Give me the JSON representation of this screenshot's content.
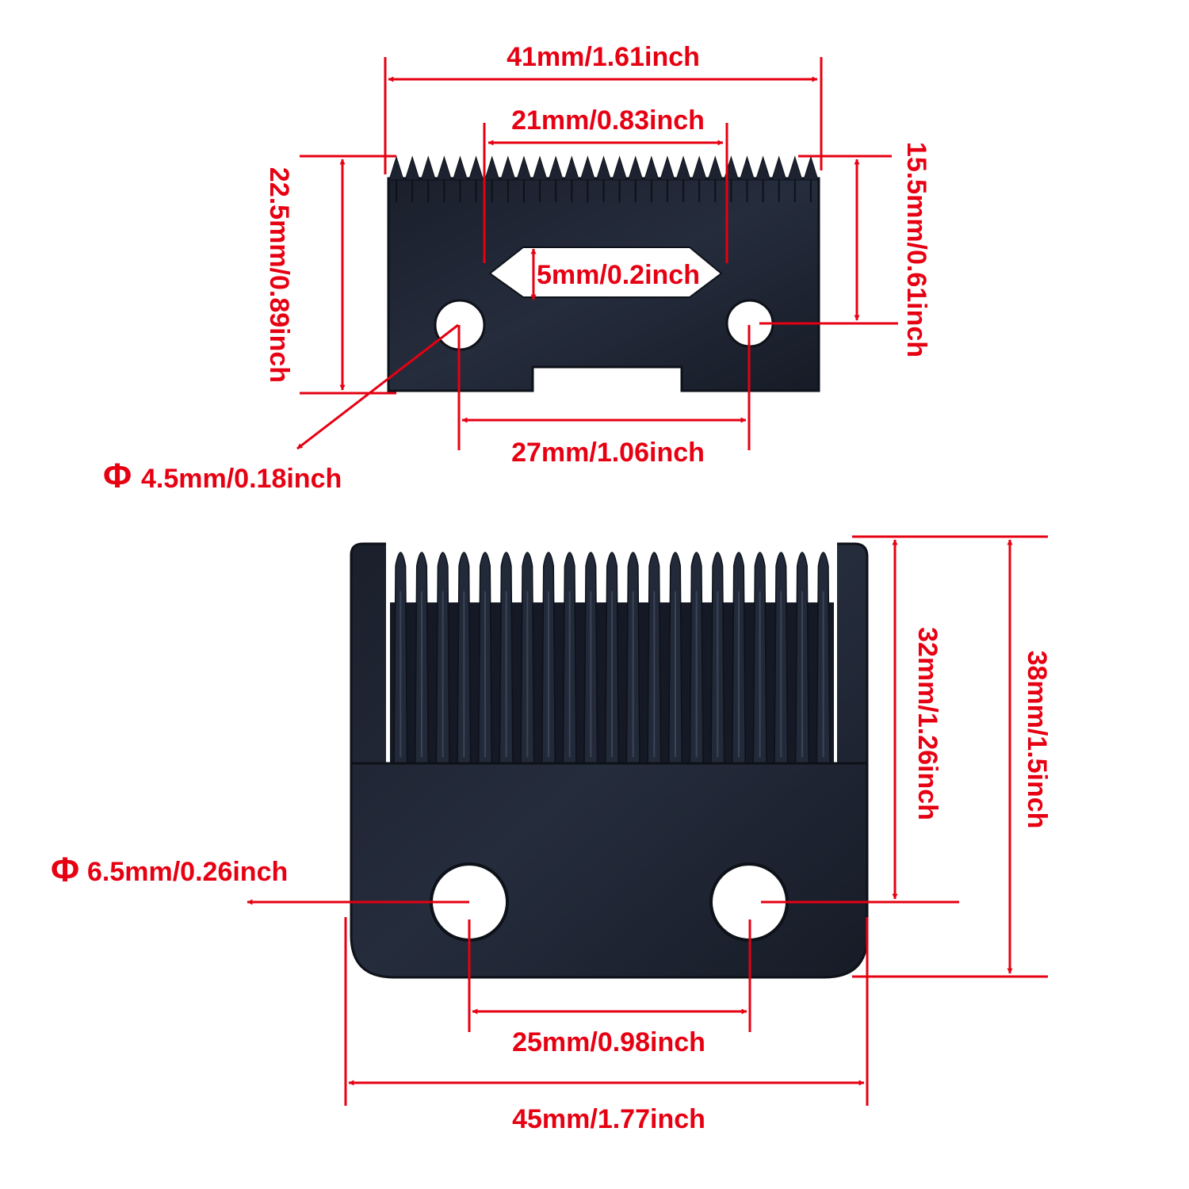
{
  "colors": {
    "annotation": "#e60012",
    "blade": "#1c2230",
    "blade_edge": "#0d1118",
    "blade_sheen": "#2c3448",
    "background": "#ffffff"
  },
  "cutter_blade": {
    "width_label": "41mm/1.61inch",
    "slot_width_label": "21mm/0.83inch",
    "height_label": "22.5mm/0.89inch",
    "hole_offset_label": "15.5mm/0.61inch",
    "slot_height_label": "5mm/0.2inch",
    "hole_spacing_label": "27mm/1.06inch",
    "hole_diameter_label": "4.5mm/0.18inch",
    "hole_diameter_symbol": "Φ",
    "tooth_count": 27
  },
  "fixed_blade": {
    "height_label": "32mm/1.26inch",
    "total_height_label": "38mm/1.5inch",
    "hole_diameter_label": "6.5mm/0.26inch",
    "hole_diameter_symbol": "Φ",
    "hole_spacing_label": "25mm/0.98inch",
    "width_label": "45mm/1.77inch",
    "tooth_count": 21
  }
}
